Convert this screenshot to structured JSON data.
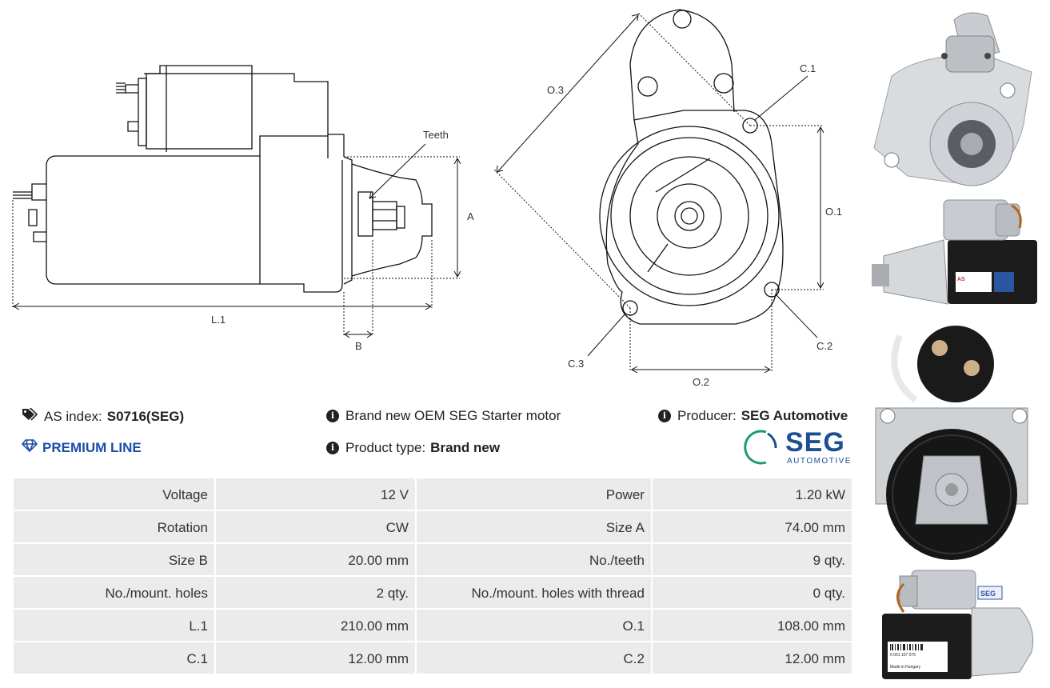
{
  "drawing": {
    "labels": {
      "teeth": "Teeth",
      "a": "A",
      "b": "B",
      "l1": "L.1",
      "o1": "O.1",
      "o2": "O.2",
      "o3": "O.3",
      "c1": "C.1",
      "c2": "C.2",
      "c3": "C.3"
    }
  },
  "info": {
    "as_index_label": "AS index:",
    "as_index_value": "S0716(SEG)",
    "premium_label": "PREMIUM LINE",
    "description": "Brand new OEM SEG Starter motor",
    "product_type_label": "Product type:",
    "product_type_value": "Brand new",
    "producer_label": "Producer:",
    "producer_value": "SEG Automotive"
  },
  "logo": {
    "text": "SEG",
    "subtext": "AUTOMOTIVE",
    "color": "#1d4f91",
    "arc_color": "#1a9a7a"
  },
  "specs": [
    [
      "Voltage",
      "12 V",
      "Power",
      "1.20 kW"
    ],
    [
      "Rotation",
      "CW",
      "Size A",
      "74.00 mm"
    ],
    [
      "Size B",
      "20.00 mm",
      "No./teeth",
      "9 qty."
    ],
    [
      "No./mount. holes",
      "2 qty.",
      "No./mount. holes with thread",
      "0 qty."
    ],
    [
      "L.1",
      "210.00 mm",
      "O.1",
      "108.00 mm"
    ],
    [
      "C.1",
      "12.00 mm",
      "C.2",
      "12.00 mm"
    ]
  ],
  "photos": {
    "label_brand": "AS",
    "label_seg": "SEG",
    "barcode_text": "0 001 107 075",
    "made_in": "Made in Hungary"
  },
  "colors": {
    "accent": "#1a4ea8",
    "table_bg": "#ebebeb"
  }
}
